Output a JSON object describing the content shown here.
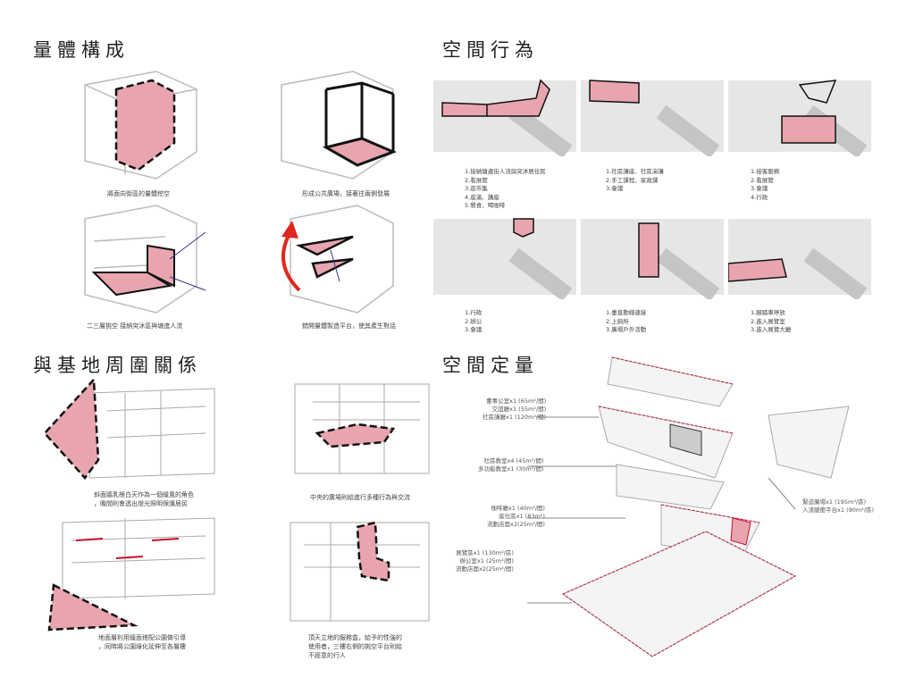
{
  "sections": {
    "massing": "量體構成",
    "behavior": "空間行為",
    "site": "與基地周圍關係",
    "quantity": "空間定量"
  },
  "massing_captions": [
    "將面向街區的量體挖空",
    "形成公共廣場，接著往兩側發展",
    "二三層挑空 接納突沐區與塘進人流",
    "錯開量體製造平台，使其產生對話"
  ],
  "behavior_lists": [
    [
      "1.接納塘邊街人流與突沐居住民",
      "2.看展覽",
      "3.逛市集",
      "4.座滿、講座",
      "5.餐食、喝咖啡"
    ],
    [
      "1.社區講座、社區演講",
      "2.手工課程、家政課",
      "3.會議"
    ],
    [
      "1.接客服務",
      "2.看展覽",
      "3.會議",
      "4.行政"
    ],
    [
      "1.行政",
      "2.辦公",
      "3.會議"
    ],
    [
      "1.垂直動線連接",
      "2.上廁所",
      "3.廣場戶外活動"
    ],
    [
      "1.腳踏車停放",
      "2.進入展覽室",
      "3.進入展覽大廳"
    ]
  ],
  "site_captions": [
    "斜面牆乳根白天作為一個緩風的角色\n，晚間則會透出燈光照明保護居民",
    "中央的廣場則給進行多種行為與交流",
    "地面層利用緩面搭配公園做引導\n，同時將公園綠化延伸至各層樓",
    "頂天立地的服務盒，給予的性強的\n使用者，三樓右側的挑空平台則給\n不經意的行人"
  ],
  "quantity_labels": [
    [
      "董事公室x1 (65m²/間)",
      "交誼廳x1 (55m²/間)",
      "社區講廳x1 (120m²/間)"
    ],
    [
      "社區教室x4 (45m²/間)",
      "多功能教室x1 (30m²/間)"
    ],
    [
      "咖啡廳x1 (40m²/間)",
      "座位區x1 (83m²)",
      "流動店面x2(25m²/間)"
    ],
    [
      "展覽區x1 (130m²/區)",
      "辦公室x1 (25m²/間)",
      "流動店面x2(25m²/間)"
    ],
    [
      "緊迫廣場x1 (195m²/區)",
      "入流緩衝平台x1 (90m²/區)"
    ]
  ],
  "colors": {
    "accent_fill": "#e8a5ae",
    "accent_line": "#c8102e",
    "arrow": "#e0271d",
    "sketch": "#b5b5b5"
  }
}
